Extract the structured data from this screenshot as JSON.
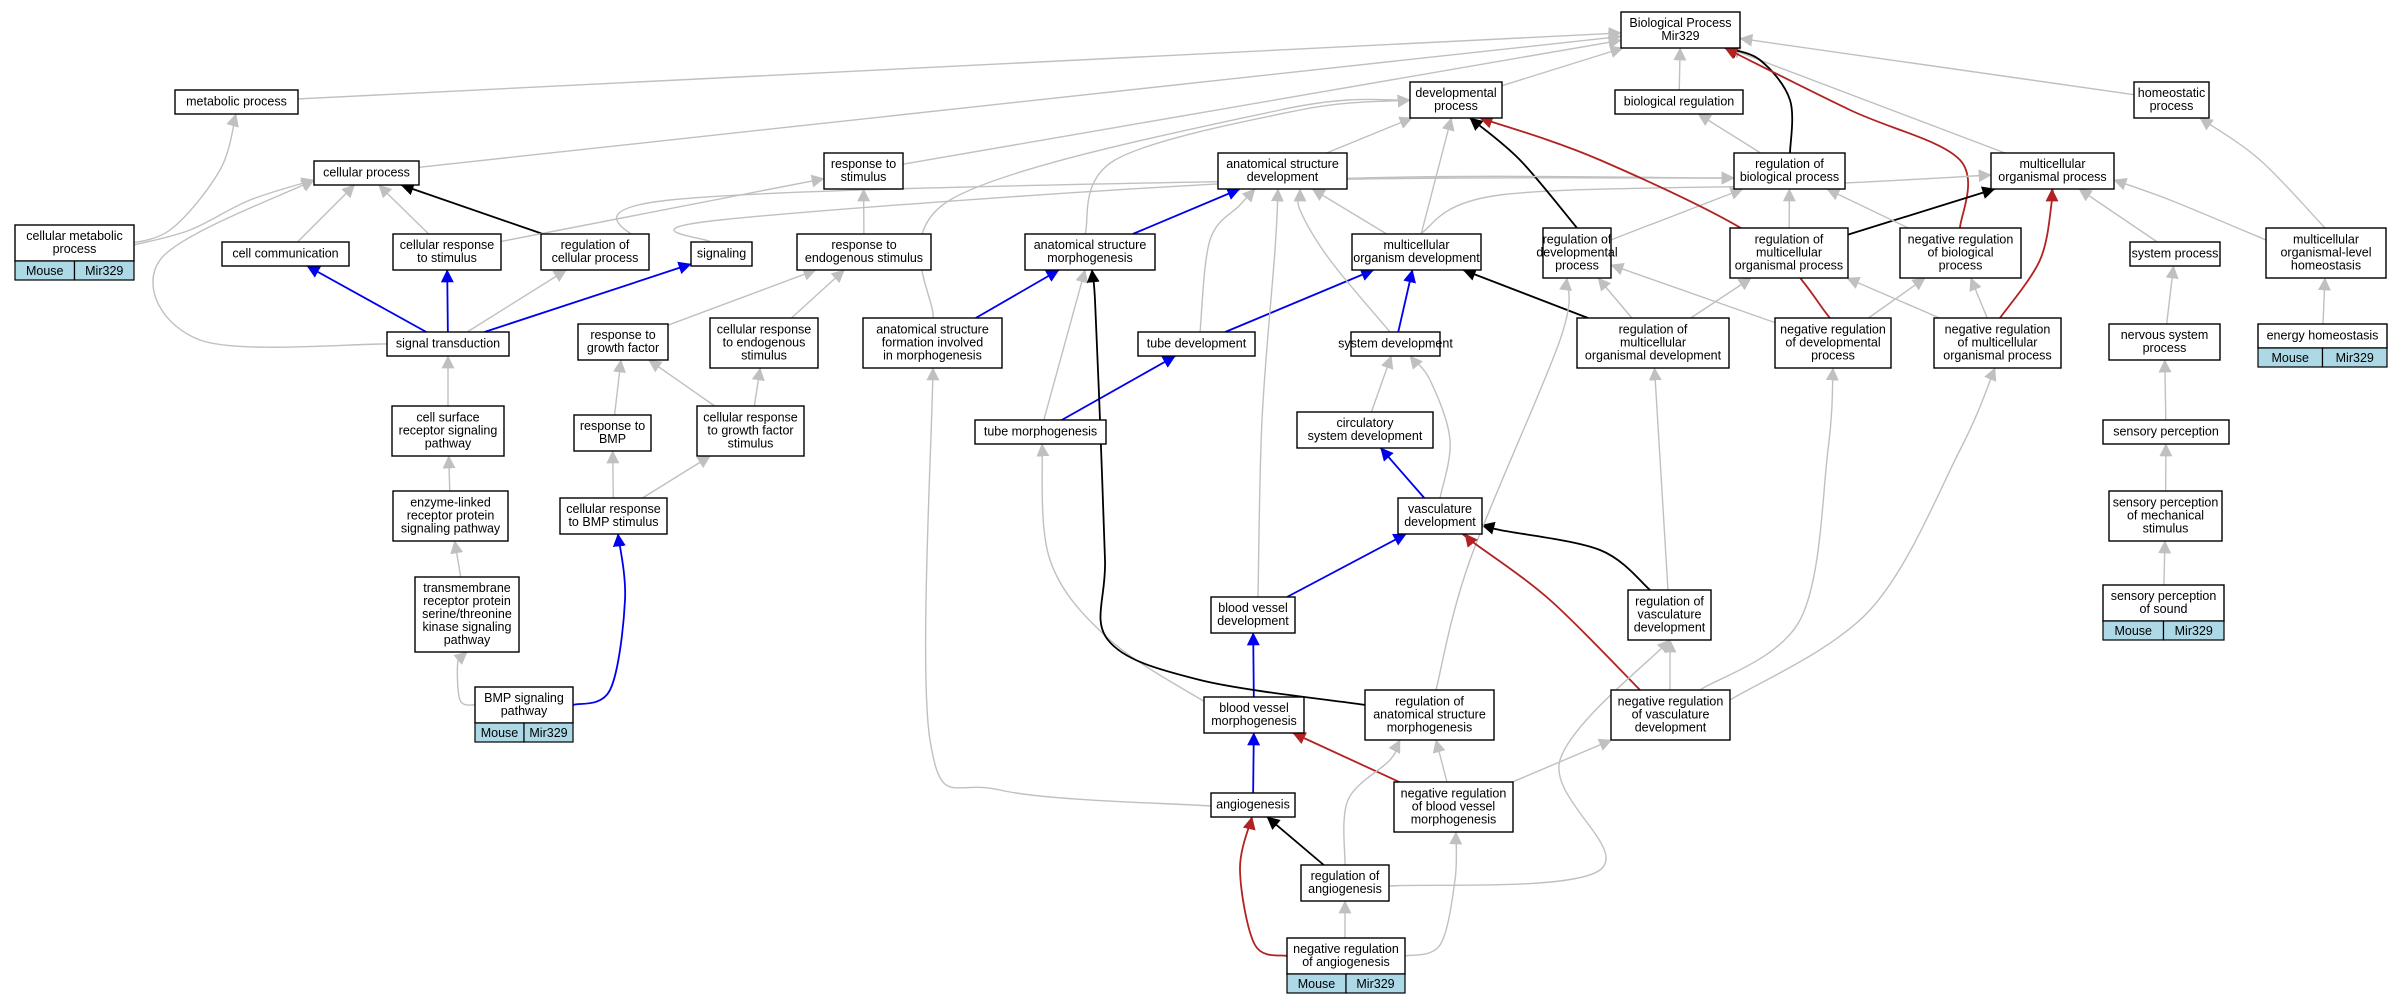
{
  "colors": {
    "is_a": "#c0c0c0",
    "part_of": "#0000ee",
    "regulates": "#000000",
    "negatively_regulates": "#b22222",
    "annotation": "#add8e6"
  },
  "nodes": [
    {
      "id": "root",
      "lines": [
        "Biological Process",
        "Mir329"
      ]
    },
    {
      "id": "metabolic",
      "lines": [
        "metabolic process"
      ]
    },
    {
      "id": "devproc",
      "lines": [
        "developmental",
        "process"
      ]
    },
    {
      "id": "bioreg",
      "lines": [
        "biological regulation"
      ]
    },
    {
      "id": "homeostatic",
      "lines": [
        "homeostatic",
        "process"
      ]
    },
    {
      "id": "cellproc",
      "lines": [
        "cellular process"
      ]
    },
    {
      "id": "respstim",
      "lines": [
        "response to",
        "stimulus"
      ]
    },
    {
      "id": "anatdev",
      "lines": [
        "anatomical structure",
        "development"
      ]
    },
    {
      "id": "regbio",
      "lines": [
        "regulation of",
        "biological process"
      ]
    },
    {
      "id": "multorg",
      "lines": [
        "multicellular",
        "organismal process"
      ]
    },
    {
      "id": "cellmet",
      "lines": [
        "cellular metabolic",
        "process"
      ]
    },
    {
      "id": "cellcomm",
      "lines": [
        "cell communication"
      ]
    },
    {
      "id": "cellresp",
      "lines": [
        "cellular response",
        "to stimulus"
      ]
    },
    {
      "id": "regcell",
      "lines": [
        "regulation of",
        "cellular process"
      ]
    },
    {
      "id": "signaling",
      "lines": [
        "signaling"
      ]
    },
    {
      "id": "respendo",
      "lines": [
        "response to",
        "endogenous stimulus"
      ]
    },
    {
      "id": "anatmorph",
      "lines": [
        "anatomical structure",
        "morphogenesis"
      ]
    },
    {
      "id": "multdev",
      "lines": [
        "multicellular",
        "organism development"
      ]
    },
    {
      "id": "regdev",
      "lines": [
        "regulation of",
        "developmental",
        "process"
      ]
    },
    {
      "id": "regmultorg",
      "lines": [
        "regulation of",
        "multicellular",
        "organismal process"
      ]
    },
    {
      "id": "negregbio",
      "lines": [
        "negative regulation",
        "of biological",
        "process"
      ]
    },
    {
      "id": "systemproc",
      "lines": [
        "system process"
      ]
    },
    {
      "id": "multhomeo",
      "lines": [
        "multicellular",
        "organismal-level",
        "homeostasis"
      ]
    },
    {
      "id": "sigtrans",
      "lines": [
        "signal transduction"
      ]
    },
    {
      "id": "respgf",
      "lines": [
        "response to",
        "growth factor"
      ]
    },
    {
      "id": "cellrespendo",
      "lines": [
        "cellular response",
        "to endogenous",
        "stimulus"
      ]
    },
    {
      "id": "anatform",
      "lines": [
        "anatomical structure",
        "formation involved",
        "in morphogenesis"
      ]
    },
    {
      "id": "tubedev",
      "lines": [
        "tube development"
      ]
    },
    {
      "id": "sysdev",
      "lines": [
        "system development"
      ]
    },
    {
      "id": "regmultdev",
      "lines": [
        "regulation of",
        "multicellular",
        "organismal development"
      ]
    },
    {
      "id": "negregdev",
      "lines": [
        "negative regulation",
        "of developmental",
        "process"
      ]
    },
    {
      "id": "negregmultorg",
      "lines": [
        "negative regulation",
        "of multicellular",
        "organismal process"
      ]
    },
    {
      "id": "nervsys",
      "lines": [
        "nervous system",
        "process"
      ]
    },
    {
      "id": "energyhomeo",
      "lines": [
        "energy homeostasis"
      ]
    },
    {
      "id": "cellsurf",
      "lines": [
        "cell surface",
        "receptor signaling",
        "pathway"
      ]
    },
    {
      "id": "respbmp",
      "lines": [
        "response to",
        "BMP"
      ]
    },
    {
      "id": "cellrespgf",
      "lines": [
        "cellular response",
        "to growth factor",
        "stimulus"
      ]
    },
    {
      "id": "tubemorph",
      "lines": [
        "tube morphogenesis"
      ]
    },
    {
      "id": "circsys",
      "lines": [
        "circulatory",
        "system development"
      ]
    },
    {
      "id": "sensperc",
      "lines": [
        "sensory perception"
      ]
    },
    {
      "id": "enzyme",
      "lines": [
        "enzyme-linked",
        "receptor protein",
        "signaling pathway"
      ]
    },
    {
      "id": "cellrespbmp",
      "lines": [
        "cellular response",
        "to BMP stimulus"
      ]
    },
    {
      "id": "vascdev",
      "lines": [
        "vasculature",
        "development"
      ]
    },
    {
      "id": "sensmech",
      "lines": [
        "sensory perception",
        "of mechanical",
        "stimulus"
      ]
    },
    {
      "id": "transmem",
      "lines": [
        "transmembrane",
        "receptor protein",
        "serine/threonine",
        "kinase signaling",
        "pathway"
      ]
    },
    {
      "id": "bvdev",
      "lines": [
        "blood vessel",
        "development"
      ]
    },
    {
      "id": "regvasc",
      "lines": [
        "regulation of",
        "vasculature",
        "development"
      ]
    },
    {
      "id": "senssound",
      "lines": [
        "sensory perception",
        "of sound"
      ]
    },
    {
      "id": "bmp",
      "lines": [
        "BMP signaling",
        "pathway"
      ]
    },
    {
      "id": "bvmorph",
      "lines": [
        "blood vessel",
        "morphogenesis"
      ]
    },
    {
      "id": "reganatmorph",
      "lines": [
        "regulation of",
        "anatomical structure",
        "morphogenesis"
      ]
    },
    {
      "id": "negregvasc",
      "lines": [
        "negative regulation",
        "of vasculature",
        "development"
      ]
    },
    {
      "id": "angio",
      "lines": [
        "angiogenesis"
      ]
    },
    {
      "id": "negregbv",
      "lines": [
        "negative regulation",
        "of blood vessel",
        "morphogenesis"
      ]
    },
    {
      "id": "regangio",
      "lines": [
        "regulation of",
        "angiogenesis"
      ]
    },
    {
      "id": "negregangio",
      "lines": [
        "negative regulation",
        "of angiogenesis"
      ]
    }
  ],
  "annotations": [
    {
      "node": "cellmet",
      "cells": [
        "Mouse",
        "Mir329"
      ]
    },
    {
      "node": "energyhomeo",
      "cells": [
        "Mouse",
        "Mir329"
      ]
    },
    {
      "node": "senssound",
      "cells": [
        "Mouse",
        "Mir329"
      ]
    },
    {
      "node": "bmp",
      "cells": [
        "Mouse",
        "Mir329"
      ]
    },
    {
      "node": "negregangio",
      "cells": [
        "Mouse",
        "Mir329"
      ]
    }
  ],
  "edges": [
    {
      "from": "metabolic",
      "to": "root",
      "rel": "is_a"
    },
    {
      "from": "devproc",
      "to": "root",
      "rel": "is_a"
    },
    {
      "from": "bioreg",
      "to": "root",
      "rel": "is_a"
    },
    {
      "from": "homeostatic",
      "to": "root",
      "rel": "is_a"
    },
    {
      "from": "cellproc",
      "to": "root",
      "rel": "is_a"
    },
    {
      "from": "respstim",
      "to": "root",
      "rel": "is_a"
    },
    {
      "from": "multorg",
      "to": "root",
      "rel": "is_a"
    },
    {
      "from": "regbio",
      "to": "root",
      "rel": "regulates"
    },
    {
      "from": "negregbio",
      "to": "root",
      "rel": "negatively_regulates"
    },
    {
      "from": "anatdev",
      "to": "devproc",
      "rel": "is_a"
    },
    {
      "from": "regbio",
      "to": "bioreg",
      "rel": "is_a"
    },
    {
      "from": "cellmet",
      "to": "metabolic",
      "rel": "is_a"
    },
    {
      "from": "cellmet",
      "to": "cellproc",
      "rel": "is_a"
    },
    {
      "from": "cellcomm",
      "to": "cellproc",
      "rel": "is_a"
    },
    {
      "from": "cellresp",
      "to": "cellproc",
      "rel": "is_a"
    },
    {
      "from": "regcell",
      "to": "cellproc",
      "rel": "regulates"
    },
    {
      "from": "regcell",
      "to": "regbio",
      "rel": "is_a"
    },
    {
      "from": "cellresp",
      "to": "respstim",
      "rel": "is_a"
    },
    {
      "from": "respendo",
      "to": "respstim",
      "rel": "is_a"
    },
    {
      "from": "anatmorph",
      "to": "anatdev",
      "rel": "part_of"
    },
    {
      "from": "anatmorph",
      "to": "devproc",
      "rel": "is_a"
    },
    {
      "from": "multdev",
      "to": "anatdev",
      "rel": "is_a"
    },
    {
      "from": "multdev",
      "to": "multorg",
      "rel": "is_a"
    },
    {
      "from": "multdev",
      "to": "devproc",
      "rel": "is_a"
    },
    {
      "from": "regdev",
      "to": "devproc",
      "rel": "regulates"
    },
    {
      "from": "regdev",
      "to": "regbio",
      "rel": "is_a"
    },
    {
      "from": "regmultorg",
      "to": "regbio",
      "rel": "is_a"
    },
    {
      "from": "regmultorg",
      "to": "multorg",
      "rel": "regulates"
    },
    {
      "from": "negregbio",
      "to": "regbio",
      "rel": "is_a"
    },
    {
      "from": "systemproc",
      "to": "multorg",
      "rel": "is_a"
    },
    {
      "from": "multhomeo",
      "to": "multorg",
      "rel": "is_a"
    },
    {
      "from": "multhomeo",
      "to": "homeostatic",
      "rel": "is_a"
    },
    {
      "from": "sigtrans",
      "to": "cellcomm",
      "rel": "part_of"
    },
    {
      "from": "sigtrans",
      "to": "cellresp",
      "rel": "part_of"
    },
    {
      "from": "sigtrans",
      "to": "signaling",
      "rel": "part_of"
    },
    {
      "from": "sigtrans",
      "to": "cellproc",
      "rel": "is_a"
    },
    {
      "from": "sigtrans",
      "to": "regcell",
      "rel": "is_a"
    },
    {
      "from": "signaling",
      "to": "regbio",
      "rel": "is_a"
    },
    {
      "from": "respgf",
      "to": "respendo",
      "rel": "is_a"
    },
    {
      "from": "cellrespendo",
      "to": "respendo",
      "rel": "is_a"
    },
    {
      "from": "anatform",
      "to": "anatmorph",
      "rel": "part_of"
    },
    {
      "from": "anatform",
      "to": "devproc",
      "rel": "is_a"
    },
    {
      "from": "tubedev",
      "to": "multdev",
      "rel": "part_of"
    },
    {
      "from": "tubedev",
      "to": "anatdev",
      "rel": "is_a"
    },
    {
      "from": "sysdev",
      "to": "multdev",
      "rel": "part_of"
    },
    {
      "from": "sysdev",
      "to": "anatdev",
      "rel": "is_a"
    },
    {
      "from": "regmultdev",
      "to": "multdev",
      "rel": "regulates"
    },
    {
      "from": "regmultdev",
      "to": "regdev",
      "rel": "is_a"
    },
    {
      "from": "regmultdev",
      "to": "regmultorg",
      "rel": "is_a"
    },
    {
      "from": "negregdev",
      "to": "devproc",
      "rel": "negatively_regulates"
    },
    {
      "from": "negregdev",
      "to": "regdev",
      "rel": "is_a"
    },
    {
      "from": "negregdev",
      "to": "negregbio",
      "rel": "is_a"
    },
    {
      "from": "negregmultorg",
      "to": "multorg",
      "rel": "negatively_regulates"
    },
    {
      "from": "negregmultorg",
      "to": "regmultorg",
      "rel": "is_a"
    },
    {
      "from": "negregmultorg",
      "to": "negregbio",
      "rel": "is_a"
    },
    {
      "from": "nervsys",
      "to": "systemproc",
      "rel": "is_a"
    },
    {
      "from": "energyhomeo",
      "to": "multhomeo",
      "rel": "is_a"
    },
    {
      "from": "cellsurf",
      "to": "sigtrans",
      "rel": "is_a"
    },
    {
      "from": "respbmp",
      "to": "respgf",
      "rel": "is_a"
    },
    {
      "from": "cellrespgf",
      "to": "respgf",
      "rel": "is_a"
    },
    {
      "from": "cellrespgf",
      "to": "cellrespendo",
      "rel": "is_a"
    },
    {
      "from": "tubemorph",
      "to": "tubedev",
      "rel": "part_of"
    },
    {
      "from": "tubemorph",
      "to": "anatmorph",
      "rel": "is_a"
    },
    {
      "from": "circsys",
      "to": "sysdev",
      "rel": "is_a"
    },
    {
      "from": "sensperc",
      "to": "nervsys",
      "rel": "is_a"
    },
    {
      "from": "enzyme",
      "to": "cellsurf",
      "rel": "is_a"
    },
    {
      "from": "cellrespbmp",
      "to": "respbmp",
      "rel": "is_a"
    },
    {
      "from": "cellrespbmp",
      "to": "cellrespgf",
      "rel": "is_a"
    },
    {
      "from": "vascdev",
      "to": "circsys",
      "rel": "part_of"
    },
    {
      "from": "vascdev",
      "to": "sysdev",
      "rel": "is_a"
    },
    {
      "from": "sensmech",
      "to": "sensperc",
      "rel": "is_a"
    },
    {
      "from": "transmem",
      "to": "enzyme",
      "rel": "is_a"
    },
    {
      "from": "bvdev",
      "to": "vascdev",
      "rel": "part_of"
    },
    {
      "from": "bvdev",
      "to": "anatdev",
      "rel": "is_a"
    },
    {
      "from": "regvasc",
      "to": "vascdev",
      "rel": "regulates"
    },
    {
      "from": "regvasc",
      "to": "regmultdev",
      "rel": "is_a"
    },
    {
      "from": "senssound",
      "to": "sensmech",
      "rel": "is_a"
    },
    {
      "from": "bmp",
      "to": "transmem",
      "rel": "is_a"
    },
    {
      "from": "bmp",
      "to": "cellrespbmp",
      "rel": "part_of"
    },
    {
      "from": "bvmorph",
      "to": "bvdev",
      "rel": "part_of"
    },
    {
      "from": "bvmorph",
      "to": "tubemorph",
      "rel": "is_a"
    },
    {
      "from": "reganatmorph",
      "to": "anatmorph",
      "rel": "regulates"
    },
    {
      "from": "reganatmorph",
      "to": "regdev",
      "rel": "is_a"
    },
    {
      "from": "negregvasc",
      "to": "vascdev",
      "rel": "negatively_regulates"
    },
    {
      "from": "negregvasc",
      "to": "regvasc",
      "rel": "is_a"
    },
    {
      "from": "negregvasc",
      "to": "negregdev",
      "rel": "is_a"
    },
    {
      "from": "negregvasc",
      "to": "negregmultorg",
      "rel": "is_a"
    },
    {
      "from": "angio",
      "to": "bvmorph",
      "rel": "part_of"
    },
    {
      "from": "angio",
      "to": "anatform",
      "rel": "is_a"
    },
    {
      "from": "negregbv",
      "to": "bvmorph",
      "rel": "negatively_regulates"
    },
    {
      "from": "negregbv",
      "to": "reganatmorph",
      "rel": "is_a"
    },
    {
      "from": "negregbv",
      "to": "negregvasc",
      "rel": "is_a"
    },
    {
      "from": "regangio",
      "to": "angio",
      "rel": "regulates"
    },
    {
      "from": "regangio",
      "to": "reganatmorph",
      "rel": "is_a"
    },
    {
      "from": "regangio",
      "to": "regvasc",
      "rel": "is_a"
    },
    {
      "from": "negregangio",
      "to": "angio",
      "rel": "negatively_regulates"
    },
    {
      "from": "negregangio",
      "to": "regangio",
      "rel": "is_a"
    },
    {
      "from": "negregangio",
      "to": "negregbv",
      "rel": "is_a"
    }
  ]
}
